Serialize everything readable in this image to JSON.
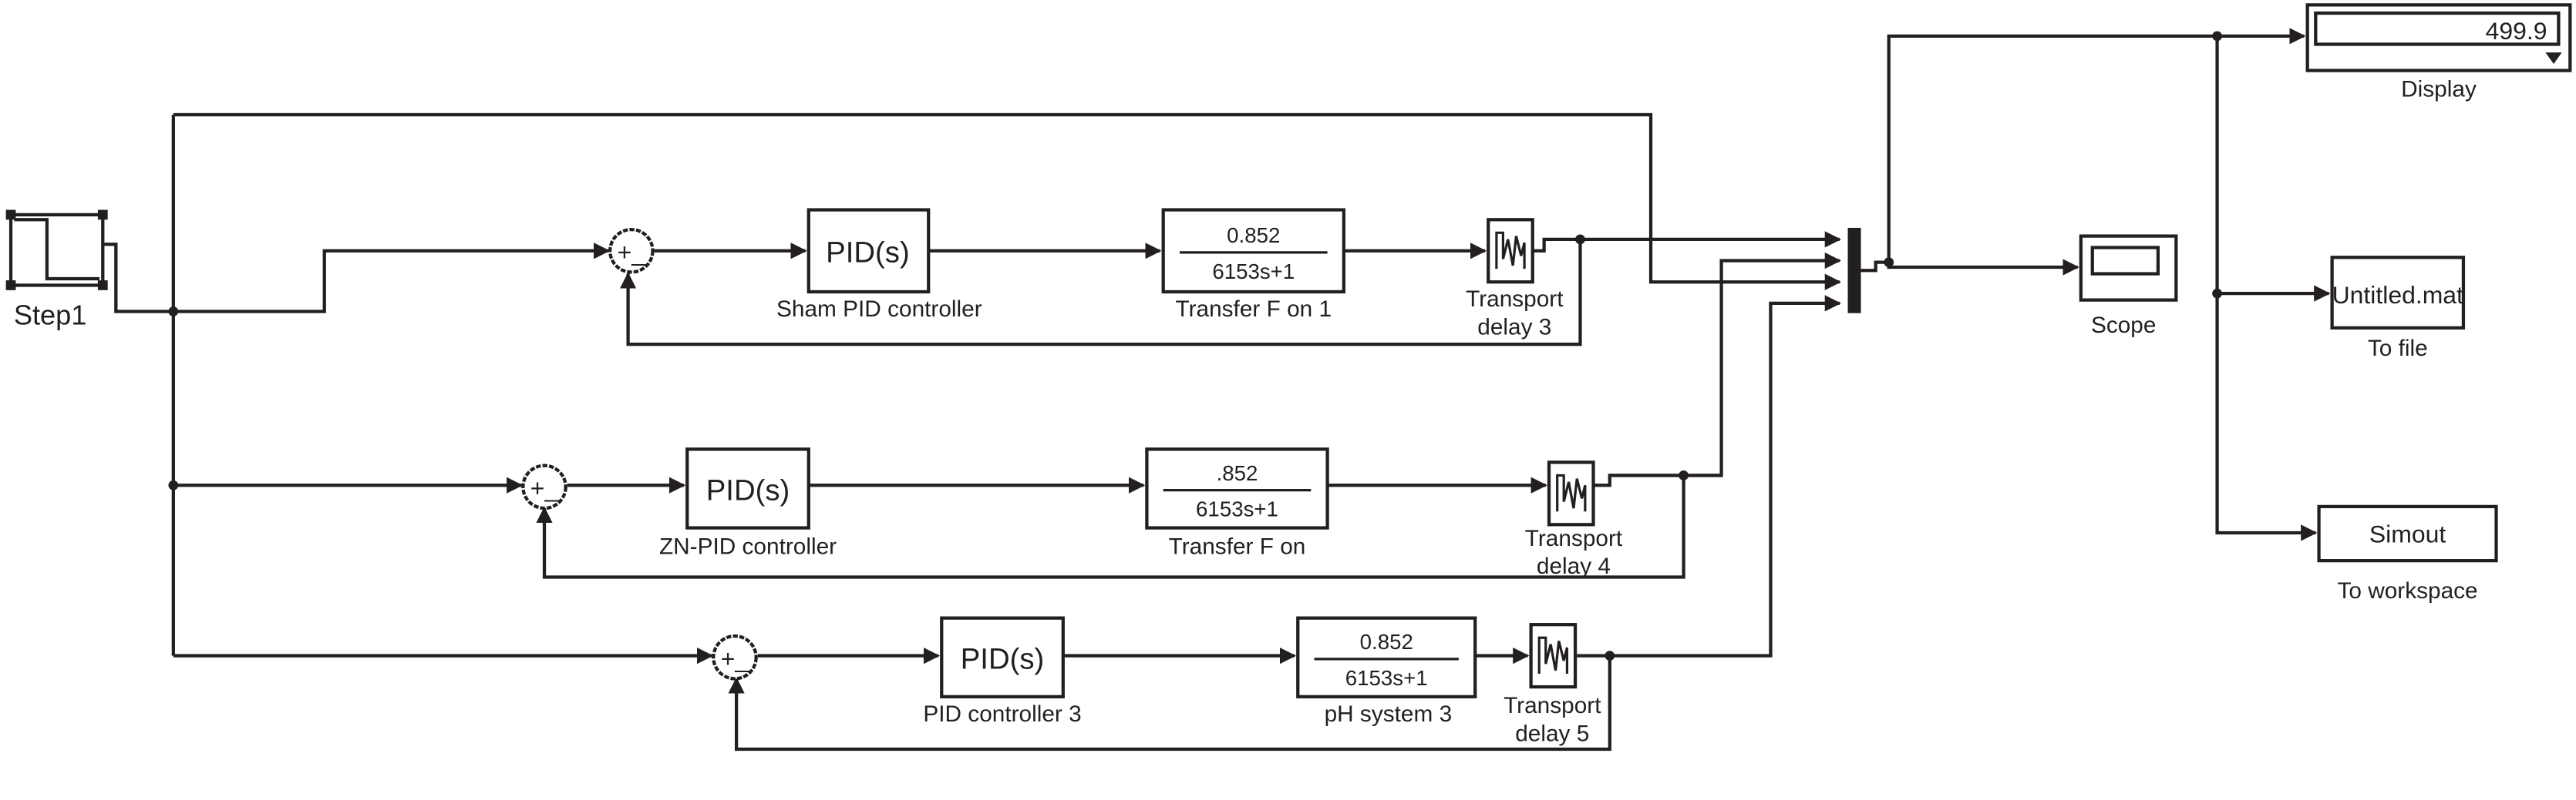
{
  "step": {
    "label": "Step1"
  },
  "sums": [
    {
      "signs": "+_"
    },
    {
      "signs": "+_"
    },
    {
      "signs": "+_"
    }
  ],
  "rows": [
    {
      "pid_text": "PID(s)",
      "pid_label": "Sham PID controller",
      "tf_num": "0.852",
      "tf_den": "6153s+1",
      "tf_label": "Transfer F on 1",
      "delay_label_1": "Transport",
      "delay_label_2": "delay 3"
    },
    {
      "pid_text": "PID(s)",
      "pid_label": "ZN-PID controller",
      "tf_num": ".852",
      "tf_den": "6153s+1",
      "tf_label": "Transfer F on",
      "delay_label_1": "Transport",
      "delay_label_2": "delay 4"
    },
    {
      "pid_text": "PID(s)",
      "pid_label": "PID controller 3",
      "tf_num": "0.852",
      "tf_den": "6153s+1",
      "tf_label": "pH system 3",
      "delay_label_1": "Transport",
      "delay_label_2": "delay 5"
    }
  ],
  "scope": {
    "label": "Scope"
  },
  "display": {
    "value": "499.9",
    "label": "Display"
  },
  "to_file": {
    "text": "Untitled.mat",
    "label": "To file"
  },
  "to_workspace": {
    "text": "Simout",
    "label": "To workspace"
  }
}
